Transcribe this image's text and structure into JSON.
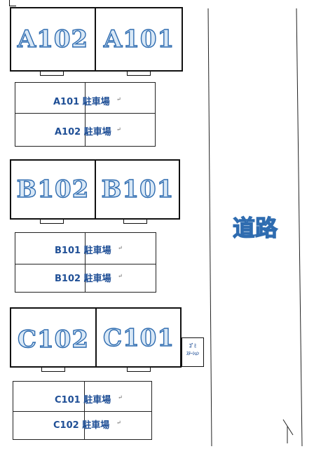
{
  "buildings": [
    {
      "units": [
        "A102",
        "A101"
      ]
    },
    {
      "units": [
        "B102",
        "B101"
      ]
    },
    {
      "units": [
        "C102",
        "C101"
      ]
    }
  ],
  "parking": {
    "a101": "A101 駐車場",
    "a102": "A102 駐車場",
    "b101": "B101 駐車場",
    "b102": "B102 駐車場",
    "c101": "C101 駐車場",
    "c102": "C102 駐車場"
  },
  "road": {
    "label": "道路"
  },
  "garbage_station": {
    "line1": "ｺﾞﾐ",
    "line2": "ｽﾃｰｼｮﾝ"
  },
  "colors": {
    "label_fill": "#d9e8f6",
    "label_stroke": "#2f6cb0",
    "parking_text": "#1f4f96",
    "line": "#111111"
  }
}
